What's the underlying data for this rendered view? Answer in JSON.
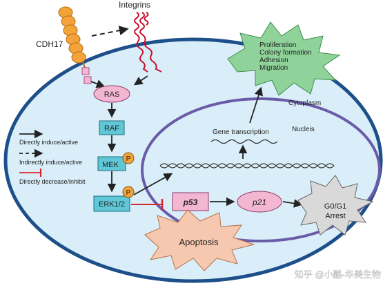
{
  "labels": {
    "cdh17": "CDH17",
    "integrins": "Integrins",
    "ras": "RAS",
    "raf": "RAF",
    "mek": "MEK",
    "erk": "ERK1/2",
    "phospho": "P",
    "p53": "p53",
    "p21": "p21",
    "g0g1_line1": "G0/G1",
    "g0g1_line2": "Arrest",
    "apoptosis": "Apoptosis",
    "cytoplasm": "Cytoplasm",
    "nucleis": "Nucleis",
    "gene_transcription": "Gene transcription"
  },
  "outcomes": [
    "Proliferation",
    "Colony formation",
    "Adhesion",
    "Migration"
  ],
  "legend": {
    "direct": "Directly induce/active",
    "indirect": "Indirectly induce/active",
    "inhibit": "Directly decrease/inhibit"
  },
  "watermark": "知乎 @小酪-华美生物",
  "colors": {
    "cell_fill": "#d9eef8",
    "cell_border": "#1d4f8a",
    "nucleus_border": "#6a5ba8",
    "pink": "#f4b7d3",
    "teal": "#5fc7d6",
    "phospho_orange": "#f2a33a",
    "green_star": "#8fd39a",
    "apoptosis_fill": "#f7c8b0",
    "inhibit_red": "#d8262e"
  }
}
